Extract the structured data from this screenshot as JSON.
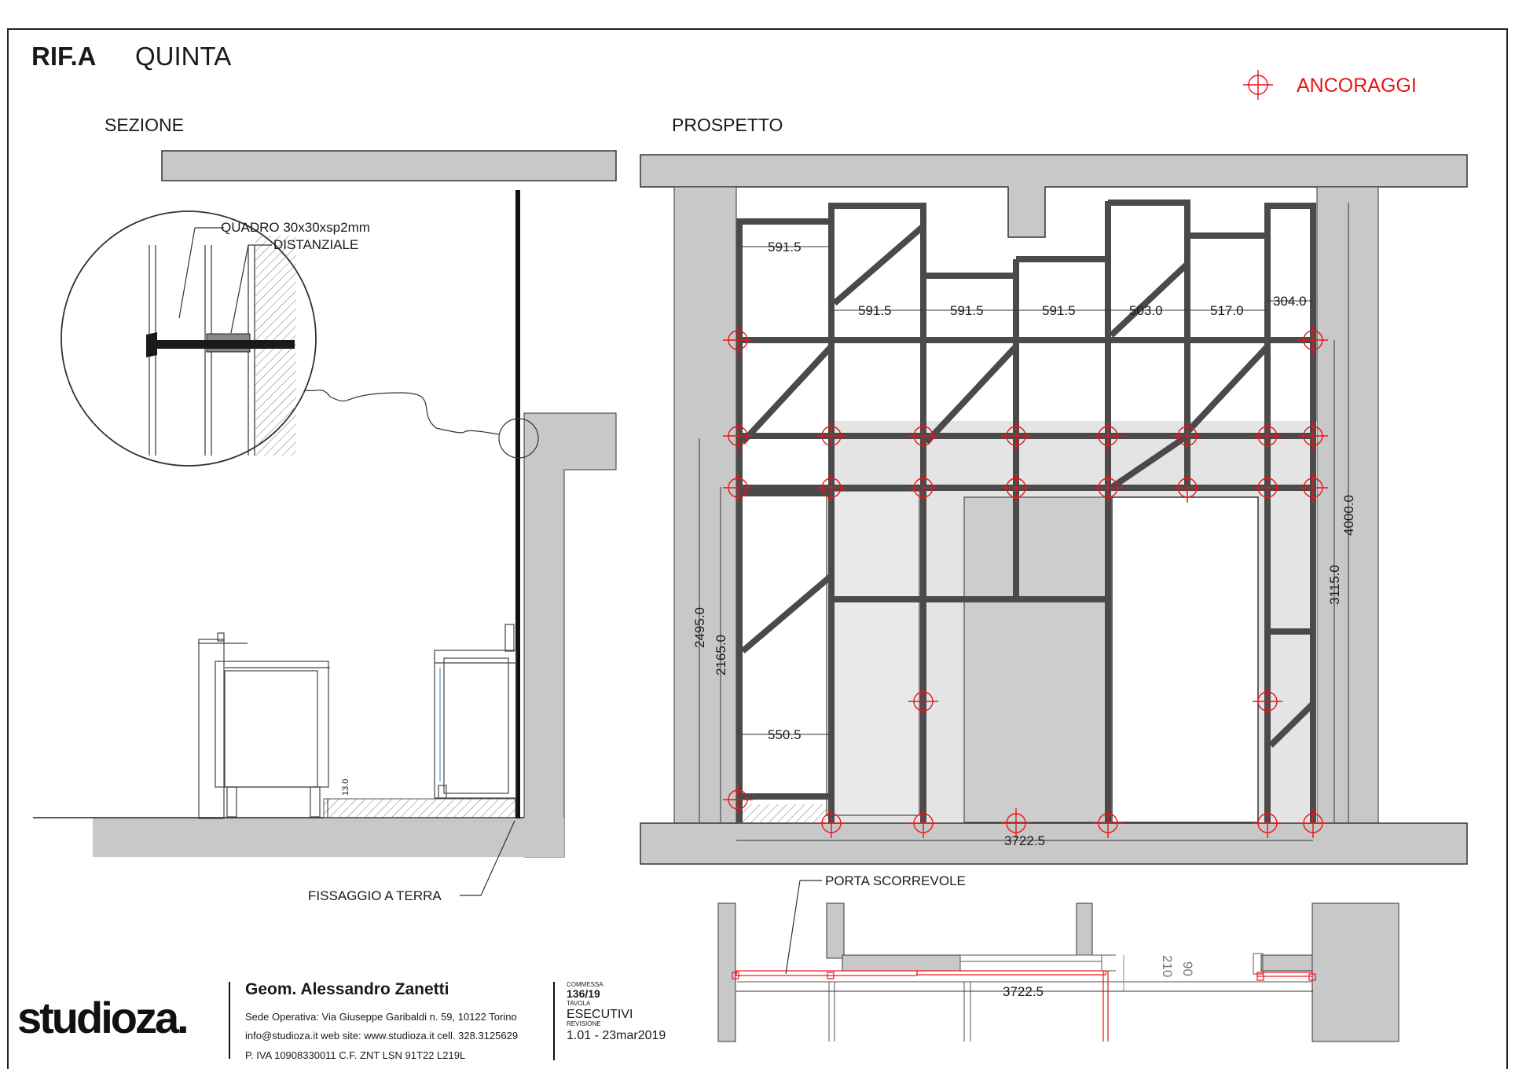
{
  "header": {
    "ref": "RIF.A",
    "subject": "QUINTA"
  },
  "legend": {
    "label": "ANCORAGGI",
    "symbol": "anchor-crosshair",
    "color": "#e8141b"
  },
  "section": {
    "title": "SEZIONE",
    "detail_label_1": "QUADRO 30x30xsp2mm",
    "detail_label_2": "DISTANZIALE",
    "floor_dim": "13.0",
    "fixing_label": "FISSAGGIO A TERRA"
  },
  "elevation": {
    "title": "PROSPETTO",
    "top_dims": [
      "591.5",
      "591.5",
      "591.5",
      "591.5",
      "503.0",
      "517.0",
      "304.0"
    ],
    "bottom_left_dim": "550.5",
    "left_dims": [
      "2495.0",
      "2165.0"
    ],
    "right_dims": [
      "4000.0",
      "3115.0"
    ],
    "total_width": "3722.5"
  },
  "plan": {
    "door_label": "PORTA SCORREVOLE",
    "total_width": "3722.5",
    "dim_a": "210",
    "dim_b": "90"
  },
  "title_block": {
    "logo": "studioza.",
    "name": "Geom. Alessandro Zanetti",
    "address": "Sede Operativa: Via Giuseppe Garibaldi n. 59, 10122 Torino",
    "contacts": "info@studioza.it   web site:  www.studioza.it   cell. 328.3125629",
    "tax": "P. IVA 10908330011     C.F. ZNT LSN 91T22 L219L",
    "commessa_label": "COMMESSA",
    "commessa": "136/19",
    "tavola_label": "TAVOLA",
    "tavola": "ESECUTIVI",
    "revisione_label": "REVISIONE",
    "revisione": "1.01 - 23mar2019"
  },
  "colors": {
    "frame": "#4a4a4a",
    "wall": "#c8c8c8",
    "panel": "#e4e4e4",
    "anchor": "#e8141b"
  }
}
